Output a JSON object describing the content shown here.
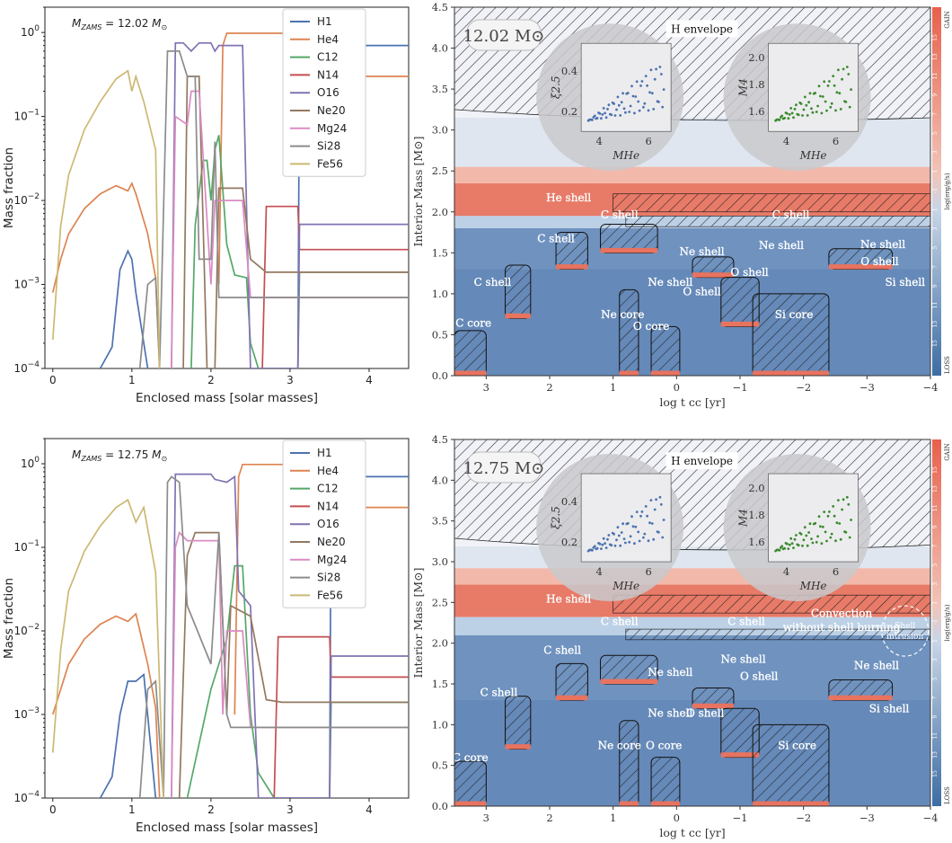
{
  "panels": [
    {
      "id": "top",
      "abundance": {
        "label": "M_ZAMS = 12.02 M_sun",
        "xlabel": "Enclosed mass [solar masses]",
        "ylabel": "Mass fraction",
        "xticks": [
          "0",
          "1",
          "2",
          "3",
          "4"
        ],
        "yticks": [
          "10^-4",
          "10^-3",
          "10^-2",
          "10^-1",
          "10^0"
        ]
      },
      "kipp": {
        "mass_label": "12.02 M⊙",
        "ylabel": "Interior Mass [M⊙]",
        "xlabel": "log t_cc [yr]",
        "xticks": [
          "3",
          "2",
          "1",
          "0",
          "−1",
          "−2",
          "−3",
          "−4"
        ],
        "yticks": [
          "0.0",
          "0.5",
          "1.0",
          "1.5",
          "2.0",
          "2.5",
          "3.0",
          "3.5",
          "4.0",
          "4.5"
        ],
        "inset_left": {
          "ylabel": "ξ2.5",
          "xlabel": "M_He",
          "xticks": [
            "4",
            "6"
          ],
          "yticks": [
            "0.2",
            "0.4"
          ]
        },
        "inset_right": {
          "ylabel": "M4",
          "xlabel": "M_He",
          "xticks": [
            "4",
            "6"
          ],
          "yticks": [
            "1.6",
            "1.8",
            "2.0"
          ]
        },
        "labels": [
          {
            "text": "H envelope",
            "x": -0.4,
            "y": 4.2
          },
          {
            "text": "He shell",
            "x": 1.7,
            "y": 2.13
          },
          {
            "text": "C shell",
            "x": 0.9,
            "y": 1.92
          },
          {
            "text": "C shell",
            "x": -1.8,
            "y": 1.92
          },
          {
            "text": "C shell",
            "x": 1.9,
            "y": 1.63
          },
          {
            "text": "Ne shell",
            "x": -0.4,
            "y": 1.47
          },
          {
            "text": "Ne shell",
            "x": -1.65,
            "y": 1.55
          },
          {
            "text": "Ne shell",
            "x": -3.25,
            "y": 1.56
          },
          {
            "text": "O shell",
            "x": -3.2,
            "y": 1.35
          },
          {
            "text": "O shell",
            "x": -1.15,
            "y": 1.22
          },
          {
            "text": "C shell",
            "x": 2.9,
            "y": 1.1
          },
          {
            "text": "Ne shell",
            "x": 0.1,
            "y": 1.1
          },
          {
            "text": "Si shell",
            "x": -3.6,
            "y": 1.1
          },
          {
            "text": "O shell",
            "x": -0.4,
            "y": 0.98
          },
          {
            "text": "Ne core",
            "x": 0.85,
            "y": 0.7
          },
          {
            "text": "Si core",
            "x": -1.85,
            "y": 0.7
          },
          {
            "text": "O core",
            "x": 0.4,
            "y": 0.56
          },
          {
            "text": "C core",
            "x": 3.2,
            "y": 0.6
          }
        ]
      }
    },
    {
      "id": "bottom",
      "abundance": {
        "label": "M_ZAMS = 12.75 M_sun",
        "xlabel": "Enclosed mass [solar masses]",
        "ylabel": "Mass fraction",
        "xticks": [
          "0",
          "1",
          "2",
          "3",
          "4"
        ],
        "yticks": [
          "10^-4",
          "10^-3",
          "10^-2",
          "10^-1",
          "10^0"
        ]
      },
      "kipp": {
        "mass_label": "12.75 M⊙",
        "ylabel": "Interior Mass [M⊙]",
        "xlabel": "log t_cc [yr]",
        "xticks": [
          "3",
          "2",
          "1",
          "0",
          "−1",
          "−2",
          "−3",
          "−4"
        ],
        "yticks": [
          "0.0",
          "0.5",
          "1.0",
          "1.5",
          "2.0",
          "2.5",
          "3.0",
          "3.5",
          "4.0",
          "4.5"
        ],
        "inset_left": {
          "ylabel": "ξ2.5",
          "xlabel": "M_He",
          "xticks": [
            "4",
            "6"
          ],
          "yticks": [
            "0.2",
            "0.4"
          ]
        },
        "inset_right": {
          "ylabel": "M4",
          "xlabel": "M_He",
          "xticks": [
            "4",
            "6"
          ],
          "yticks": [
            "1.6",
            "1.8",
            "2.0"
          ]
        },
        "labels": [
          {
            "text": "H envelope",
            "x": -0.4,
            "y": 4.2
          },
          {
            "text": "He shell",
            "x": 1.7,
            "y": 2.5
          },
          {
            "text": "C shell",
            "x": 0.9,
            "y": 2.22
          },
          {
            "text": "C shell",
            "x": -1.1,
            "y": 2.22
          },
          {
            "text": "Convection",
            "x": -2.6,
            "y": 2.32
          },
          {
            "text": "without shell burning",
            "x": -2.6,
            "y": 2.15
          },
          {
            "text": "C shell",
            "x": 1.8,
            "y": 1.87
          },
          {
            "text": "Ne shell",
            "x": -1.05,
            "y": 1.76
          },
          {
            "text": "Ne shell",
            "x": 0.1,
            "y": 1.6
          },
          {
            "text": "O shell",
            "x": -1.3,
            "y": 1.55
          },
          {
            "text": "Ne shell",
            "x": -3.15,
            "y": 1.68
          },
          {
            "text": "Si shell",
            "x": -3.35,
            "y": 1.15
          },
          {
            "text": "C shell",
            "x": 2.8,
            "y": 1.35
          },
          {
            "text": "Ne shell",
            "x": 0.1,
            "y": 1.1
          },
          {
            "text": "O shell",
            "x": -0.45,
            "y": 1.1
          },
          {
            "text": "Ne core",
            "x": 0.9,
            "y": 0.7
          },
          {
            "text": "O core",
            "x": 0.2,
            "y": 0.7
          },
          {
            "text": "Si core",
            "x": -1.9,
            "y": 0.7
          },
          {
            "text": "C core",
            "x": 3.25,
            "y": 0.55
          }
        ],
        "intrusion_label": [
          "Shell",
          "intrusion"
        ]
      }
    }
  ],
  "colorbar": {
    "gain": "GAIN",
    "loss": "LOSS",
    "label": "log(erg/g/s)",
    "ticks": [
      "15",
      "13",
      "11",
      "9",
      "7",
      "5",
      "3",
      "1",
      "-1",
      "1",
      "3",
      "5",
      "7",
      "9",
      "11",
      "13",
      "15"
    ]
  },
  "chart_data": [
    {
      "type": "line",
      "title": "M_ZAMS = 12.02 M_sun",
      "xlabel": "Enclosed mass [solar masses]",
      "ylabel": "Mass fraction",
      "xlim": [
        -0.1,
        4.5
      ],
      "ylim": [
        0.0001,
        2
      ],
      "yscale": "log",
      "legend": "top-right",
      "series": [
        {
          "name": "H1",
          "color": "#4c72b0",
          "x": [
            0.6,
            0.75,
            0.85,
            0.95,
            1.0,
            1.05,
            1.2
          ],
          "y": [
            0.0001,
            0.00018,
            0.0015,
            0.0025,
            0.002,
            0.0008,
            0.0001
          ],
          "post": {
            "x": [
              3.1,
              3.12,
              4.5
            ],
            "y": [
              0.0001,
              0.7,
              0.7
            ]
          }
        },
        {
          "name": "He4",
          "color": "#dd8452",
          "x": [
            0,
            0.1,
            0.2,
            0.4,
            0.6,
            0.8,
            0.95,
            1.0,
            1.05,
            1.2,
            1.3,
            1.35
          ],
          "y": [
            0.0008,
            0.002,
            0.004,
            0.008,
            0.012,
            0.015,
            0.013,
            0.016,
            0.012,
            0.004,
            0.0012,
            0.0001
          ],
          "post": {
            "x": [
              2.1,
              2.15,
              2.2,
              3.1,
              3.12,
              4.5
            ],
            "y": [
              0.001,
              0.7,
              0.98,
              0.98,
              0.3,
              0.3
            ]
          }
        },
        {
          "name": "C12",
          "color": "#55a868",
          "x": [
            1.75,
            1.8,
            1.9,
            1.95,
            2.0,
            2.05,
            2.1,
            2.2,
            2.3,
            2.45,
            2.5,
            2.6,
            3.1,
            3.12,
            4.5
          ],
          "y": [
            0.0001,
            0.005,
            0.03,
            0.03,
            0.01,
            0.04,
            0.06,
            0.003,
            0.0013,
            0.0012,
            0.0002,
            0.0001,
            0.0001,
            0.0014,
            0.0014
          ]
        },
        {
          "name": "N14",
          "color": "#c44e52",
          "x": [
            2.65,
            2.7,
            3.1,
            3.12,
            4.5
          ],
          "y": [
            0.0001,
            0.0085,
            0.0085,
            0.0026,
            0.0026
          ]
        },
        {
          "name": "O16",
          "color": "#8172b3",
          "x": [
            1.5,
            1.55,
            1.65,
            1.75,
            1.85,
            2.0,
            2.05,
            2.1,
            2.4,
            2.5,
            3.1,
            3.12,
            4.5
          ],
          "y": [
            0.0001,
            0.75,
            0.75,
            0.6,
            0.75,
            0.75,
            0.6,
            0.7,
            0.7,
            0.0001,
            0.0001,
            0.0052,
            0.0052
          ]
        },
        {
          "name": "Ne20",
          "color": "#937860",
          "x": [
            1.65,
            1.7,
            1.75,
            1.85,
            1.95,
            2.05,
            2.1,
            2.2,
            2.4,
            2.5,
            2.7,
            3.1,
            3.12,
            4.5
          ],
          "y": [
            0.0001,
            0.3,
            0.3,
            0.3,
            0.0001,
            0.0001,
            0.014,
            0.014,
            0.014,
            0.002,
            0.0014,
            0.0014,
            0.0014,
            0.0014
          ]
        },
        {
          "name": "Mg24",
          "color": "#da8bc3",
          "x": [
            1.5,
            1.55,
            1.7,
            1.75,
            1.85,
            2.0,
            2.05,
            2.1,
            2.4,
            2.5,
            3.1,
            3.12,
            4.5
          ],
          "y": [
            0.0001,
            0.1,
            0.08,
            0.2,
            0.2,
            0.001,
            0.01,
            0.01,
            0.01,
            0.0007,
            0.0007,
            0.0007,
            0.0007
          ]
        },
        {
          "name": "Si28",
          "color": "#8c8c8c",
          "x": [
            1.1,
            1.2,
            1.3,
            1.35,
            1.45,
            1.5,
            1.6,
            1.7,
            1.8,
            1.85,
            2.0,
            2.05,
            2.1,
            3.1,
            3.12,
            4.5
          ],
          "y": [
            0.0001,
            0.001,
            0.0012,
            0.0001,
            0.6,
            0.6,
            0.6,
            0.3,
            0.3,
            0.002,
            0.002,
            0.05,
            0.0007,
            0.0007,
            0.0007,
            0.0007
          ]
        },
        {
          "name": "Fe56",
          "color": "#ccb974",
          "x": [
            0,
            0.1,
            0.2,
            0.4,
            0.6,
            0.8,
            0.95,
            1.0,
            1.05,
            1.15,
            1.3,
            1.35
          ],
          "y": [
            0.00022,
            0.005,
            0.02,
            0.07,
            0.15,
            0.28,
            0.35,
            0.2,
            0.3,
            0.15,
            0.04,
            0.0001
          ]
        }
      ]
    },
    {
      "type": "line",
      "title": "M_ZAMS = 12.75 M_sun",
      "xlabel": "Enclosed mass [solar masses]",
      "ylabel": "Mass fraction",
      "xlim": [
        -0.1,
        4.5
      ],
      "ylim": [
        0.0001,
        2
      ],
      "yscale": "log",
      "legend": "top-right",
      "series": [
        {
          "name": "H1",
          "color": "#4c72b0",
          "x": [
            0.6,
            0.75,
            0.85,
            0.95,
            1.05,
            1.15,
            1.3
          ],
          "y": [
            0.0001,
            0.00018,
            0.001,
            0.0025,
            0.0025,
            0.003,
            0.0001
          ],
          "post": {
            "x": [
              3.5,
              3.52,
              4.5
            ],
            "y": [
              0.0001,
              0.7,
              0.7
            ]
          }
        },
        {
          "name": "He4",
          "color": "#dd8452",
          "x": [
            0,
            0.1,
            0.2,
            0.4,
            0.6,
            0.8,
            0.95,
            1.05,
            1.2,
            1.3,
            1.35
          ],
          "y": [
            0.001,
            0.002,
            0.004,
            0.008,
            0.012,
            0.015,
            0.013,
            0.016,
            0.004,
            0.0012,
            0.0001
          ],
          "post": {
            "x": [
              2.3,
              2.35,
              2.4,
              3.5,
              3.52,
              4.5
            ],
            "y": [
              0.001,
              0.7,
              0.98,
              0.98,
              0.3,
              0.3
            ]
          }
        },
        {
          "name": "C12",
          "color": "#55a868",
          "x": [
            1.7,
            2.0,
            2.2,
            2.3,
            2.4,
            2.5,
            2.6,
            2.8,
            2.9,
            3.5,
            3.52,
            4.5
          ],
          "y": [
            0.0001,
            0.002,
            0.008,
            0.06,
            0.06,
            0.001,
            0.0002,
            0.0001,
            0.0001,
            0.0001,
            0.0014,
            0.0014
          ]
        },
        {
          "name": "N14",
          "color": "#c44e52",
          "x": [
            2.8,
            2.85,
            3.5,
            3.52,
            4.5
          ],
          "y": [
            0.0001,
            0.0085,
            0.0085,
            0.0028,
            0.0028
          ]
        },
        {
          "name": "O16",
          "color": "#8172b3",
          "x": [
            1.5,
            1.55,
            1.8,
            2.0,
            2.05,
            2.2,
            2.3,
            2.35,
            2.5,
            2.6,
            2.7,
            3.5,
            3.52,
            4.5
          ],
          "y": [
            0.0001,
            0.75,
            0.75,
            0.75,
            0.65,
            0.6,
            0.7,
            0.03,
            0.02,
            0.0001,
            0.0001,
            0.0001,
            0.005,
            0.005
          ]
        },
        {
          "name": "Ne20",
          "color": "#937860",
          "x": [
            1.6,
            1.7,
            1.8,
            2.0,
            2.1,
            2.2,
            2.25,
            2.5,
            2.7,
            2.9,
            3.5,
            3.52,
            4.5
          ],
          "y": [
            0.0001,
            0.08,
            0.15,
            0.15,
            0.15,
            0.001,
            0.02,
            0.015,
            0.0015,
            0.0014,
            0.0014,
            0.0014,
            0.0014
          ]
        },
        {
          "name": "Mg24",
          "color": "#da8bc3",
          "x": [
            1.5,
            1.55,
            1.6,
            1.7,
            1.8,
            2.0,
            2.1,
            2.15,
            2.2,
            2.4,
            2.5,
            3.5,
            3.52,
            4.5
          ],
          "y": [
            0.0001,
            0.1,
            0.15,
            0.12,
            0.12,
            0.12,
            0.12,
            0.001,
            0.01,
            0.01,
            0.0007,
            0.0007,
            0.0007,
            0.0007
          ]
        },
        {
          "name": "Si28",
          "color": "#8c8c8c",
          "x": [
            1.1,
            1.2,
            1.3,
            1.4,
            1.45,
            1.5,
            1.6,
            1.7,
            2.0,
            2.1,
            2.2,
            2.25,
            3.5,
            3.52,
            4.5
          ],
          "y": [
            0.0001,
            0.002,
            0.0025,
            0.0001,
            0.6,
            0.7,
            0.6,
            0.02,
            0.004,
            0.15,
            0.001,
            0.0007,
            0.0007,
            0.0007,
            0.0007
          ]
        },
        {
          "name": "Fe56",
          "color": "#ccb974",
          "x": [
            0,
            0.1,
            0.2,
            0.4,
            0.6,
            0.8,
            0.95,
            1.05,
            1.15,
            1.3,
            1.4
          ],
          "y": [
            0.00035,
            0.006,
            0.03,
            0.09,
            0.18,
            0.3,
            0.37,
            0.2,
            0.3,
            0.05,
            0.0001
          ]
        }
      ]
    }
  ]
}
